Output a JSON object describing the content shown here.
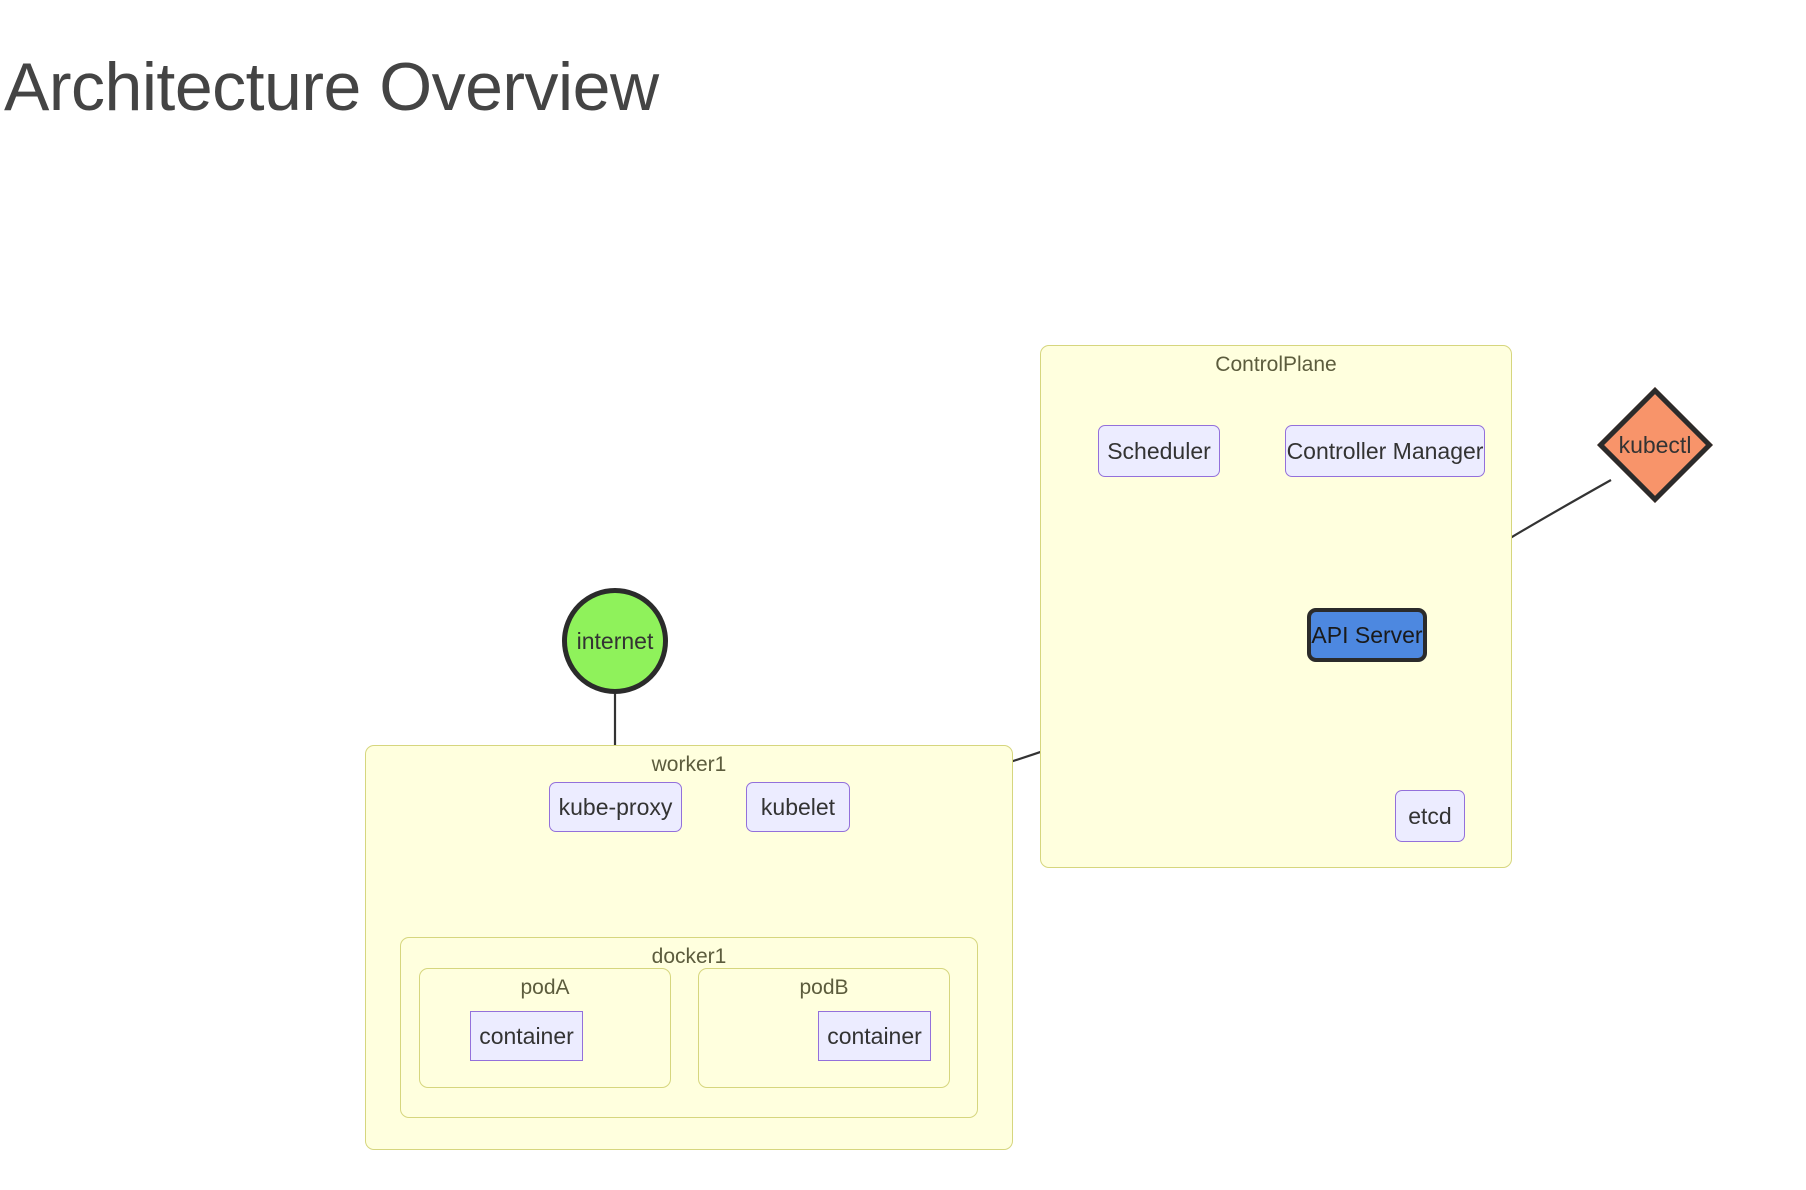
{
  "page": {
    "title": "Architecture Overview",
    "background_color": "#ffffff",
    "title_color": "#444444"
  },
  "diagram": {
    "type": "flowchart",
    "renderer": "mermaid",
    "palette": {
      "cluster_fill": "#ffffde",
      "cluster_stroke": "#d6d67e",
      "cluster_label_color": "#5c5c3d",
      "node_fill": "#ececff",
      "node_stroke": "#9370db",
      "node_text": "#333333",
      "api_server_fill": "#4d88e0",
      "api_server_stroke": "#2b2b2b",
      "internet_fill": "#8ff25b",
      "internet_stroke": "#2b2b2b",
      "kubectl_fill": "#f8946a",
      "kubectl_stroke": "#2b2b2b",
      "edge_stroke": "#333333"
    },
    "clusters": [
      {
        "id": "controlplane",
        "label": "ControlPlane"
      },
      {
        "id": "worker1",
        "label": "worker1"
      },
      {
        "id": "docker1",
        "label": "docker1"
      },
      {
        "id": "podA",
        "label": "podA"
      },
      {
        "id": "podB",
        "label": "podB"
      }
    ],
    "nodes": [
      {
        "id": "scheduler",
        "label": "Scheduler",
        "shape": "rounded-rect",
        "cluster": "controlplane"
      },
      {
        "id": "controller_manager",
        "label": "Controller Manager",
        "shape": "rounded-rect",
        "cluster": "controlplane"
      },
      {
        "id": "api_server",
        "label": "API Server",
        "shape": "rounded-rect-highlight",
        "cluster": "controlplane"
      },
      {
        "id": "etcd",
        "label": "etcd",
        "shape": "rounded-rect",
        "cluster": "controlplane"
      },
      {
        "id": "kubectl",
        "label": "kubectl",
        "shape": "diamond",
        "cluster": null
      },
      {
        "id": "internet",
        "label": "internet",
        "shape": "circle",
        "cluster": null
      },
      {
        "id": "kube_proxy",
        "label": "kube-proxy",
        "shape": "rounded-rect",
        "cluster": "worker1"
      },
      {
        "id": "kubelet",
        "label": "kubelet",
        "shape": "rounded-rect",
        "cluster": "worker1"
      },
      {
        "id": "containerA",
        "label": "container",
        "shape": "rect",
        "cluster": "podA"
      },
      {
        "id": "containerB",
        "label": "container",
        "shape": "rect",
        "cluster": "podB"
      }
    ],
    "edges": [
      {
        "from": "scheduler",
        "to": "api_server",
        "arrow": "end"
      },
      {
        "from": "controller_manager",
        "to": "api_server",
        "arrow": "end"
      },
      {
        "from": "kubectl",
        "to": "api_server",
        "arrow": "end"
      },
      {
        "from": "api_server",
        "to": "etcd",
        "arrow": "end"
      },
      {
        "from": "api_server",
        "to": "kubelet",
        "arrow": "end"
      },
      {
        "from": "internet",
        "to": "kube_proxy",
        "arrow": "end"
      },
      {
        "from": "kube_proxy",
        "to": "containerA",
        "arrow": "end"
      },
      {
        "from": "kube_proxy",
        "to": "containerB",
        "arrow": "end"
      },
      {
        "from": "kubelet",
        "to": "containerA",
        "arrow": "end"
      },
      {
        "from": "kubelet",
        "to": "containerB",
        "arrow": "end"
      }
    ]
  }
}
